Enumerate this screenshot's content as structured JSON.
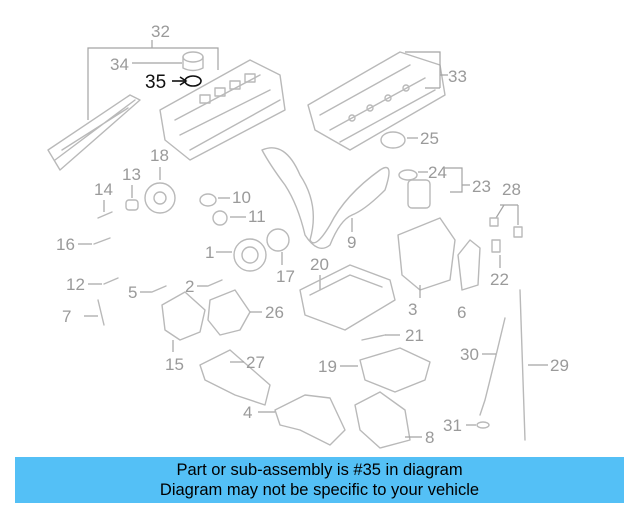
{
  "diagram": {
    "highlighted_part": "35",
    "callouts": [
      "32",
      "34",
      "35",
      "33",
      "25",
      "18",
      "13",
      "14",
      "10",
      "11",
      "16",
      "1",
      "17",
      "24",
      "23",
      "28",
      "9",
      "20",
      "12",
      "5",
      "2",
      "7",
      "15",
      "3",
      "6",
      "22",
      "26",
      "27",
      "21",
      "19",
      "30",
      "29",
      "4",
      "8",
      "31"
    ]
  },
  "caption": {
    "line1": "Part or sub-assembly is #35 in diagram",
    "line2": "Diagram may not be specific to your vehicle"
  },
  "colors": {
    "caption_bg": "#54c0f6",
    "highlight": "#111111",
    "parts": "#b9b9b9"
  }
}
